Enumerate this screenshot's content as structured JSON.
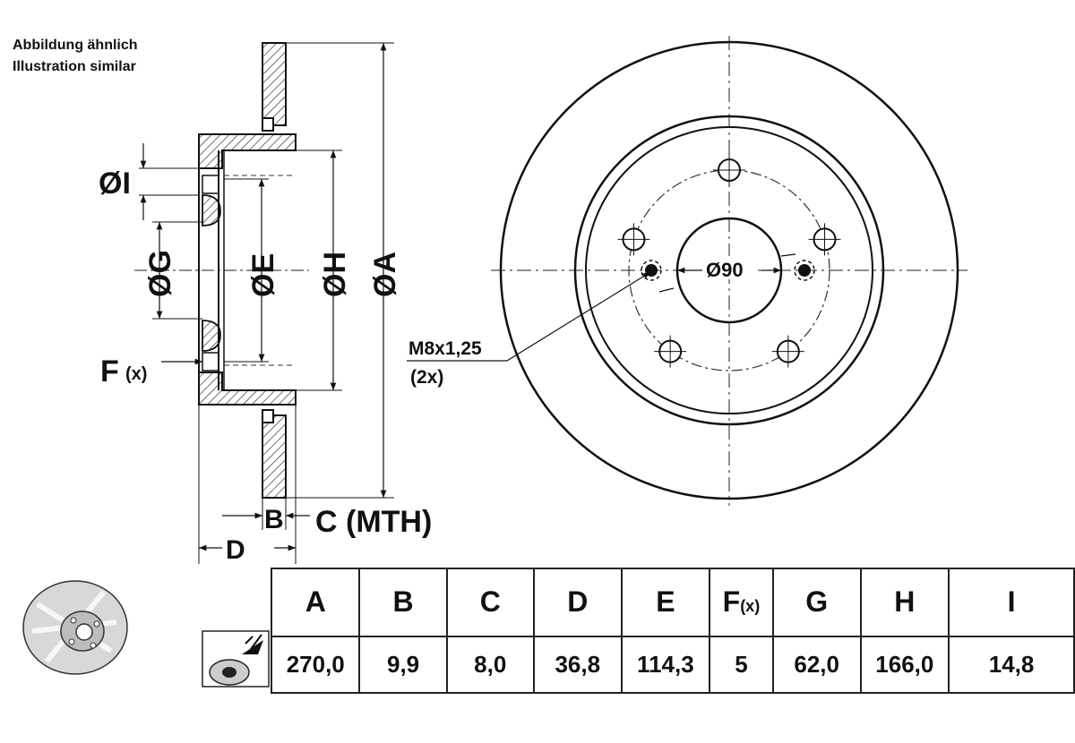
{
  "notes": {
    "line1": "Abbildung ähnlich",
    "line2": "Illustration similar"
  },
  "side_view": {
    "dim_I": "ØI",
    "dim_G": "ØG",
    "dim_E": "ØE",
    "dim_H": "ØH",
    "dim_A": "ØA",
    "dim_F": "F",
    "dim_F_sub": "(x)",
    "dim_B": "B",
    "dim_C": "C (MTH)",
    "dim_D": "D"
  },
  "front_view": {
    "center_bore": "Ø90",
    "thread_label": "M8x1,25",
    "thread_count": "(2x)",
    "bolt_holes": 5,
    "threaded_holes": 2
  },
  "spec_table": {
    "columns": [
      {
        "key": "A",
        "sub": "",
        "value": "270,0"
      },
      {
        "key": "B",
        "sub": "",
        "value": "9,9"
      },
      {
        "key": "C",
        "sub": "",
        "value": "8,0"
      },
      {
        "key": "D",
        "sub": "",
        "value": "36,8"
      },
      {
        "key": "E",
        "sub": "",
        "value": "114,3"
      },
      {
        "key": "F",
        "sub": "(x)",
        "value": "5"
      },
      {
        "key": "G",
        "sub": "",
        "value": "62,0"
      },
      {
        "key": "H",
        "sub": "",
        "value": "166,0"
      },
      {
        "key": "I",
        "sub": "",
        "value": "14,8"
      }
    ]
  }
}
